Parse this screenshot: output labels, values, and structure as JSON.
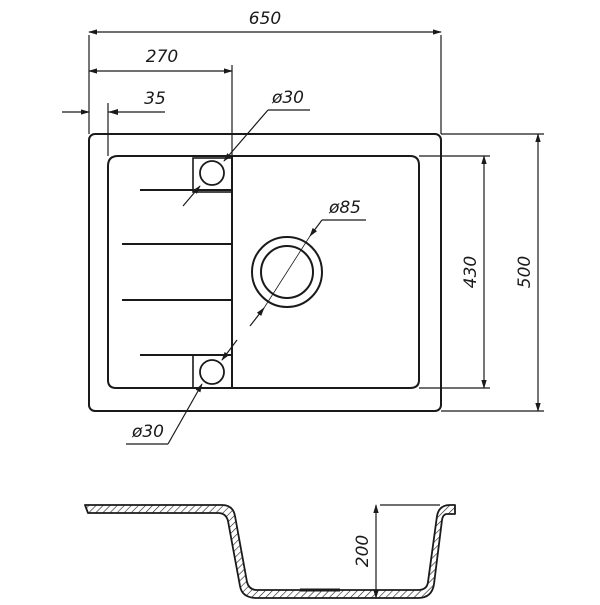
{
  "dimensions": {
    "total_width": "650",
    "drainer_width": "270",
    "edge_offset": "35",
    "tap_hole_top": "ø30",
    "drain_hole": "ø85",
    "tap_hole_bottom": "ø30",
    "bowl_depth_inner": "430",
    "total_depth": "500",
    "bowl_height": "200"
  },
  "colors": {
    "line": "#1a1a1a",
    "background": "#ffffff"
  }
}
